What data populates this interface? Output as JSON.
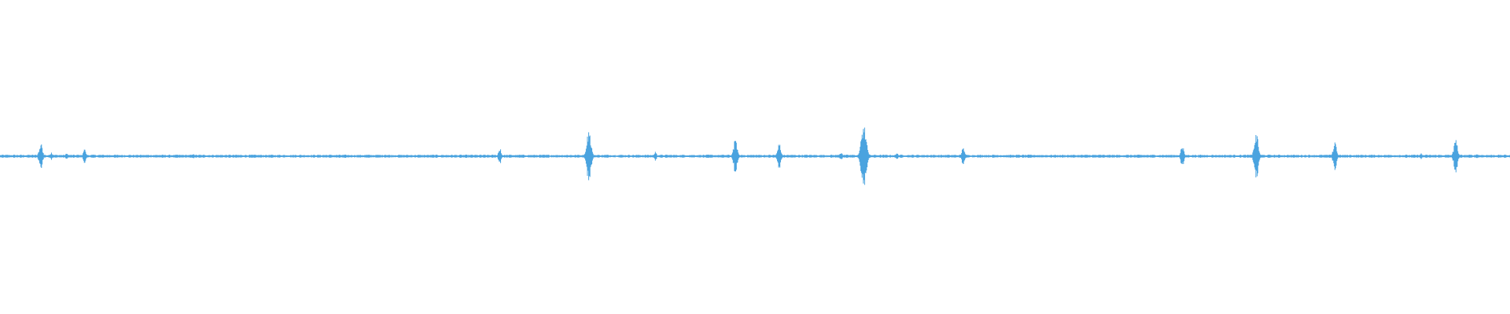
{
  "waveform": {
    "color": "#4aa3df",
    "baseline_amplitude": 0.004,
    "noise_amplitude": 0.006,
    "amplitude_range": [
      -1,
      1
    ],
    "duration": 1,
    "bursts": [
      {
        "t": 0.027,
        "amp": 0.09
      },
      {
        "t": 0.034,
        "amp": 0.025
      },
      {
        "t": 0.044,
        "amp": 0.02
      },
      {
        "t": 0.056,
        "amp": 0.045
      },
      {
        "t": 0.128,
        "amp": 0.015
      },
      {
        "t": 0.255,
        "amp": 0.012
      },
      {
        "t": 0.331,
        "amp": 0.055
      },
      {
        "t": 0.39,
        "amp": 0.17
      },
      {
        "t": 0.434,
        "amp": 0.03
      },
      {
        "t": 0.487,
        "amp": 0.11
      },
      {
        "t": 0.516,
        "amp": 0.09
      },
      {
        "t": 0.557,
        "amp": 0.03
      },
      {
        "t": 0.572,
        "amp": 0.21
      },
      {
        "t": 0.594,
        "amp": 0.02
      },
      {
        "t": 0.638,
        "amp": 0.06
      },
      {
        "t": 0.783,
        "amp": 0.07
      },
      {
        "t": 0.832,
        "amp": 0.15
      },
      {
        "t": 0.884,
        "amp": 0.09
      },
      {
        "t": 0.941,
        "amp": 0.02
      },
      {
        "t": 0.964,
        "amp": 0.11
      },
      {
        "t": 0.978,
        "amp": 0.015
      }
    ]
  }
}
